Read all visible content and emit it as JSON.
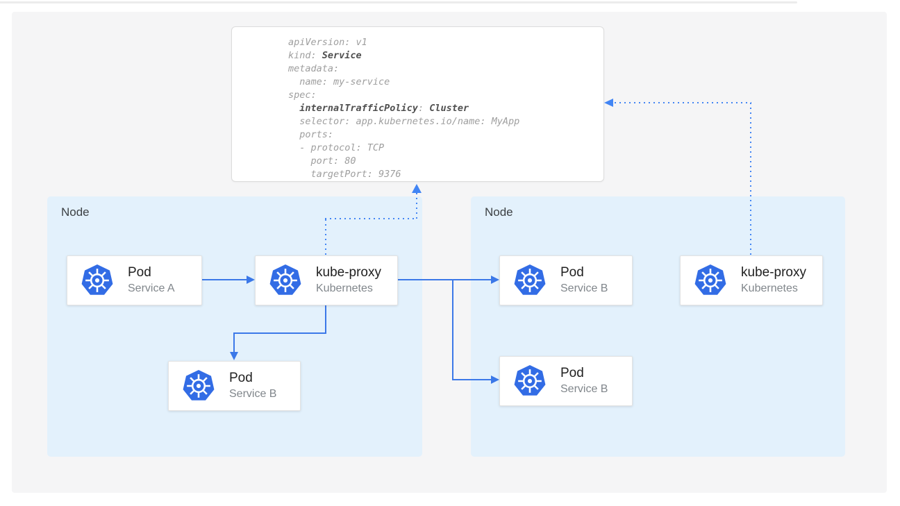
{
  "yaml": {
    "lines": [
      {
        "indent": 0,
        "parts": [
          {
            "t": "apiVersion: v1",
            "b": false
          }
        ]
      },
      {
        "indent": 0,
        "parts": [
          {
            "t": "kind: ",
            "b": false
          },
          {
            "t": "Service",
            "b": true
          }
        ]
      },
      {
        "indent": 0,
        "parts": [
          {
            "t": "metadata:",
            "b": false
          }
        ]
      },
      {
        "indent": 1,
        "parts": [
          {
            "t": "name: my-service",
            "b": false
          }
        ]
      },
      {
        "indent": 0,
        "parts": [
          {
            "t": "spec:",
            "b": false
          }
        ]
      },
      {
        "indent": 1,
        "parts": [
          {
            "t": "internalTrafficPolicy",
            "b": true
          },
          {
            "t": ": ",
            "b": false
          },
          {
            "t": "Cluster",
            "b": true
          }
        ]
      },
      {
        "indent": 1,
        "parts": [
          {
            "t": "selector: app.kubernetes.io/name: MyApp",
            "b": false
          }
        ]
      },
      {
        "indent": 1,
        "parts": [
          {
            "t": "ports:",
            "b": false
          }
        ]
      },
      {
        "indent": 1,
        "parts": [
          {
            "t": "- protocol: TCP",
            "b": false
          }
        ]
      },
      {
        "indent": 2,
        "parts": [
          {
            "t": "port: 80",
            "b": false
          }
        ]
      },
      {
        "indent": 2,
        "parts": [
          {
            "t": "targetPort: 9376",
            "b": false
          }
        ]
      }
    ]
  },
  "nodes": {
    "left": {
      "label": "Node"
    },
    "right": {
      "label": "Node"
    }
  },
  "cards": [
    {
      "icon": "kubernetes-logo",
      "title": "Pod",
      "subtitle": "Service A"
    },
    {
      "icon": "kubernetes-logo",
      "title": "kube-proxy",
      "subtitle": "Kubernetes"
    },
    {
      "icon": "kubernetes-logo",
      "title": "Pod",
      "subtitle": "Service B"
    },
    {
      "icon": "kubernetes-logo",
      "title": "Pod",
      "subtitle": "Service B"
    },
    {
      "icon": "kubernetes-logo",
      "title": "Pod",
      "subtitle": "Service B"
    },
    {
      "icon": "kubernetes-logo",
      "title": "kube-proxy",
      "subtitle": "Kubernetes"
    }
  ],
  "colors": {
    "k8s_blue": "#326ce5",
    "arrow_blue": "#3b78e8",
    "dotted_blue": "#4285f4",
    "node_bg": "#e3f1fc",
    "canvas_bg": "#f5f5f6",
    "code_gray": "#9e9e9e",
    "code_bold": "#4f4f4f",
    "title_color": "#212121",
    "subtitle_color": "#80868b"
  }
}
